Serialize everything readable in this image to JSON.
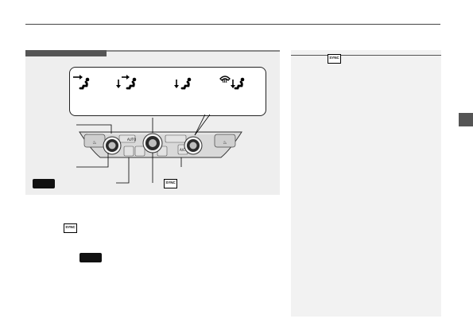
{
  "colors": {
    "figure_bg": "#eeeeee",
    "note_bg": "#f2f2f2",
    "section_tab": "#555555",
    "panel": "#d9d9d9",
    "knob": "#2a2a2a"
  },
  "icons": {
    "mode_vent": "vent-airflow-icon",
    "mode_bilevel": "bi-level-airflow-icon",
    "mode_floor": "floor-airflow-icon",
    "mode_floor_defrost": "floor-defrost-airflow-icon",
    "sync": "sync-off-icon",
    "rear": "rear-passenger-icon",
    "side_tab": "chapter-tab-icon"
  },
  "badges": {
    "sync_line1": "SYNC",
    "sync_line2": "OFF",
    "sync_line3": "ON"
  },
  "panel": {
    "button_labels": {
      "auto": "AUTO",
      "ac": "A/C"
    }
  }
}
